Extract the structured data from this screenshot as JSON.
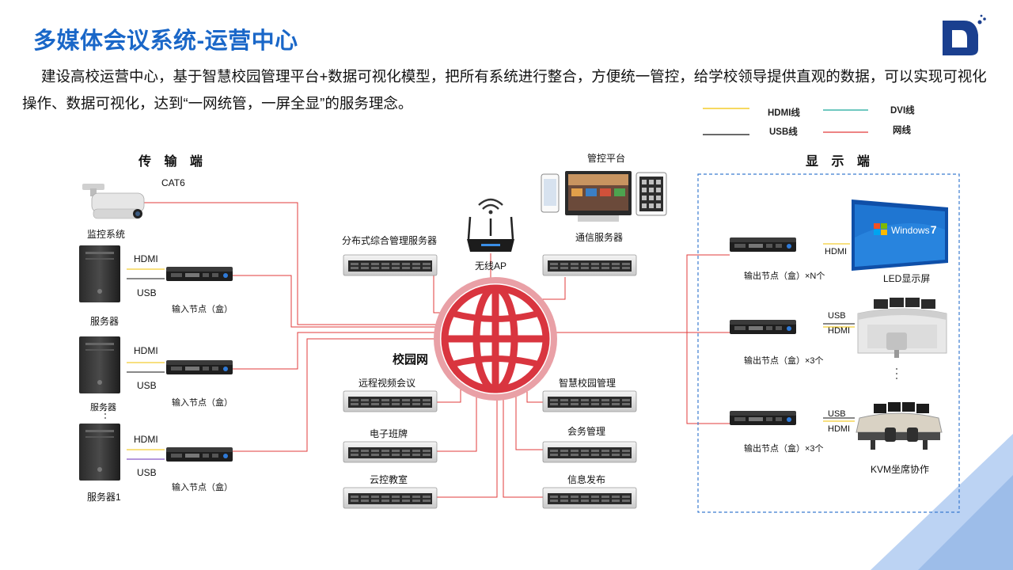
{
  "title": "多媒体会议系统-运营中心",
  "intro": "建设高校运营中心，基于智慧校园管理平台+数据可视化模型，把所有系统进行整合，方便统一管控，给学校领导提供直观的数据，可以实现可视化操作、数据可视化，达到“一网统管，一屏全显”的服务理念。",
  "legend": {
    "hdmi": "HDMI线",
    "dvi": "DVI线",
    "usb": "USB线",
    "net": "网线",
    "colors": {
      "hdmi": "#f2c200",
      "dvi": "#1aa89a",
      "usb": "#111111",
      "net": "#e23b3b"
    }
  },
  "transmit": {
    "section": "传 输 端",
    "cat6": "CAT6",
    "camera": "监控系统",
    "hdmi": "HDMI",
    "usb": "USB",
    "input_node": "输入节点（盒）",
    "server1": "服务器",
    "server2": "服务器",
    "server3": "服务器1"
  },
  "center": {
    "dist_server": "分布式综合管理服务器",
    "wireless_ap": "无线AP",
    "platform": "管控平台",
    "comm_server": "通信服务器",
    "campus_net": "校园网",
    "left_servers": [
      "远程视频会议",
      "电子班牌",
      "云控教室"
    ],
    "right_servers": [
      "智慧校园管理",
      "会务管理",
      "信息发布"
    ]
  },
  "display": {
    "section": "显 示 端",
    "hdmi": "HDMI",
    "usb": "USB",
    "out_node_n": "输出节点（盒）×N个",
    "out_node_3": "输出节点（盒）×3个",
    "led": "LED显示屏",
    "kvm": "KVM坐席协作",
    "windows": "Windows",
    "windows_ver": "7"
  },
  "accent": {
    "blue": "#1a67c8",
    "globe": "#d9353f"
  }
}
